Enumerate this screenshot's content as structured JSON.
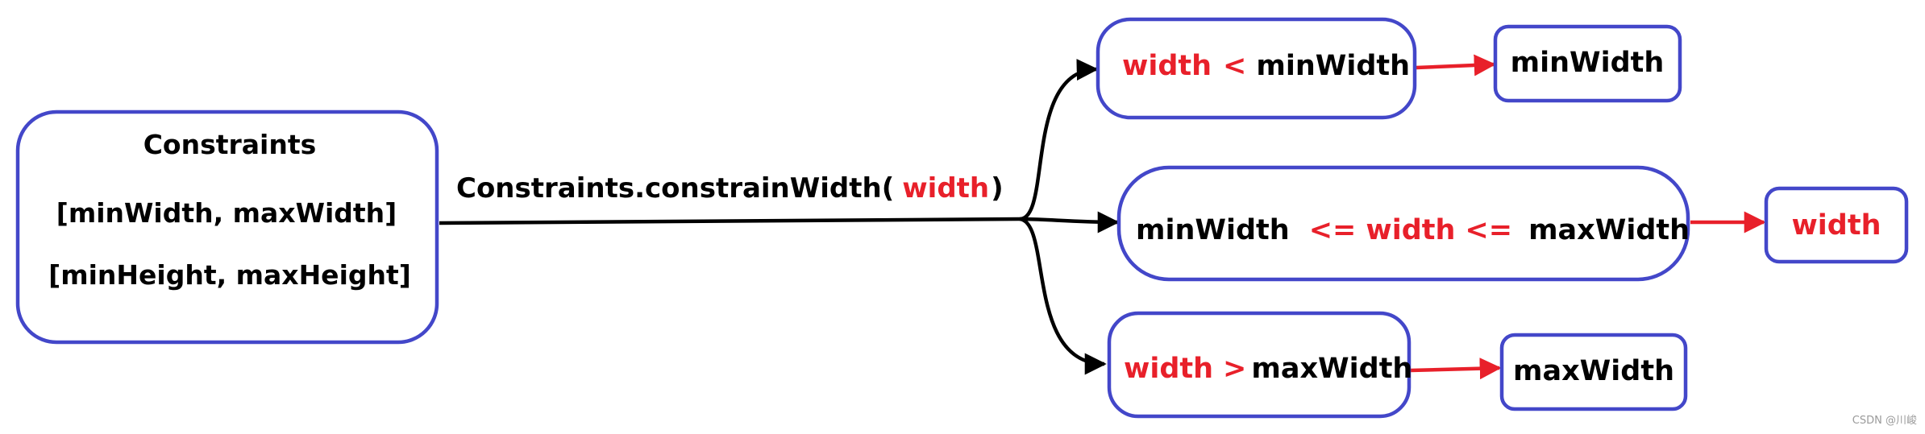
{
  "colors": {
    "node_border": "#4347c9",
    "emphasis_text": "#e8202a",
    "main_arrow": "#000000",
    "result_arrow": "#e8202a"
  },
  "source": {
    "title": "Constraints",
    "width_range": "[minWidth, maxWidth]",
    "height_range": "[minHeight, maxHeight]"
  },
  "call": {
    "prefix": "Constraints.constrainWidth(",
    "arg": "width",
    "suffix": ")"
  },
  "branches": [
    {
      "condition": {
        "variable": "width",
        "operator": "<",
        "bound": "minWidth"
      },
      "result": "minWidth"
    },
    {
      "condition": {
        "lower": "minWidth",
        "operator_left": "<=",
        "variable": "width",
        "operator_right": "<=",
        "upper": "maxWidth"
      },
      "result": "width"
    },
    {
      "condition": {
        "variable": "width",
        "operator": ">",
        "bound": "maxWidth"
      },
      "result": "maxWidth"
    }
  ],
  "watermark": "CSDN @川峻"
}
